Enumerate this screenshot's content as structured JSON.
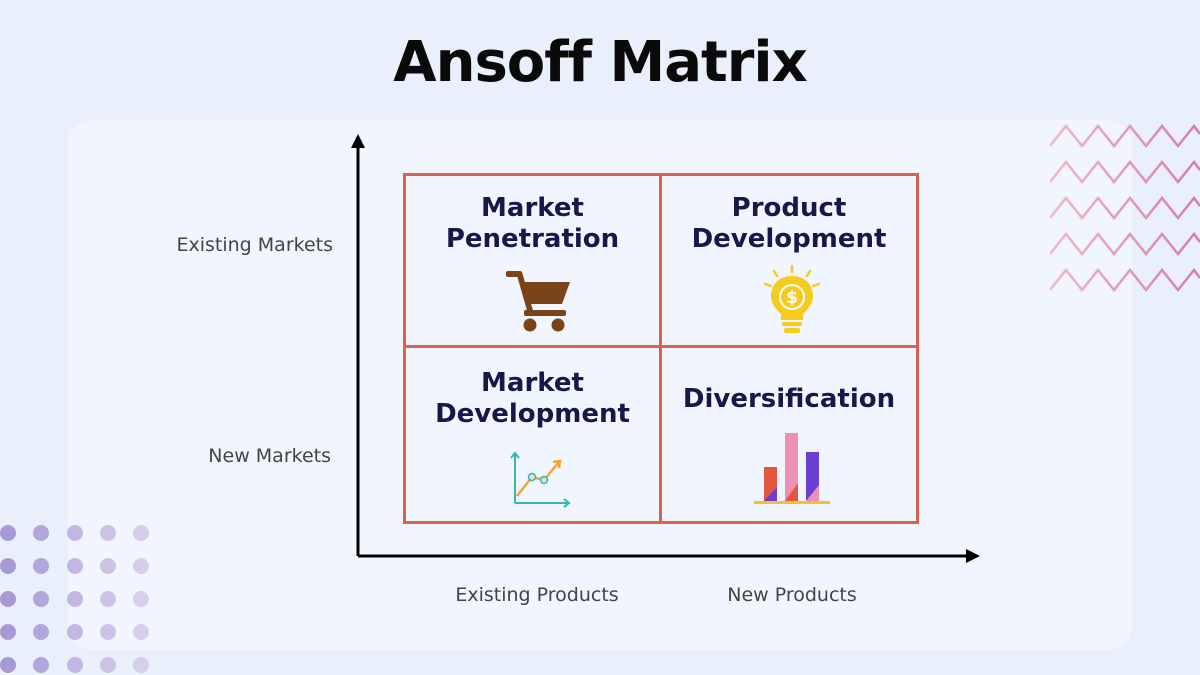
{
  "title": "Ansoff Matrix",
  "y_axis": {
    "top_label": "Existing Markets",
    "bottom_label": "New Markets"
  },
  "x_axis": {
    "left_label": "Existing Products",
    "right_label": "New Products"
  },
  "quadrants": {
    "top_left": {
      "line1": "Market",
      "line2": "Penetration",
      "icon": "shopping-cart-icon"
    },
    "top_right": {
      "line1": "Product",
      "line2": "Development",
      "icon": "lightbulb-dollar-icon"
    },
    "bottom_left": {
      "line1": "Market",
      "line2": "Development",
      "icon": "line-chart-icon"
    },
    "bottom_right": {
      "line1": "Diversification",
      "icon": "bar-chart-icon"
    }
  },
  "colors": {
    "grid_border": "#d96055",
    "quadrant_text": "#14194a",
    "cart": "#7a4418",
    "bulb": "#f5cc1e",
    "accent_purple": "#6a3fd1",
    "accent_pink": "#ee8fb5",
    "accent_red": "#e2583e"
  }
}
